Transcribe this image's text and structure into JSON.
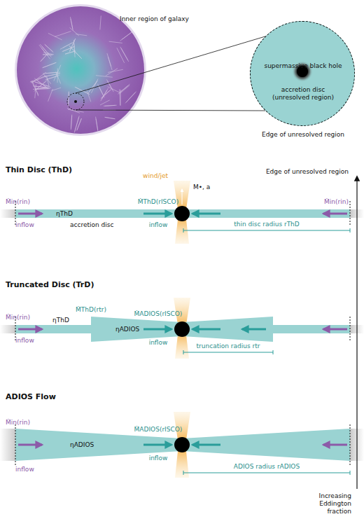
{
  "diagram": {
    "nodes": [
      {
        "text": [
          "Inner region of galaxy"
        ]
      },
      {
        "text": [
          "supermassive black hole",
          "accretion disc (unresolved region)",
          "Edge of unresolved region"
        ]
      }
    ],
    "edges": [
      {
        "from": 0,
        "to": 1,
        "arrow": "none"
      }
    ],
    "labels": [
      "Thin Disc (ThD)",
      "Edge of unresolved region",
      "wind/jet",
      "M•, a",
      "Ṁin(rin)",
      "ṀThD(rISCO)",
      "Ṁin(rin)",
      "ηThD",
      "inflow",
      "accretion disc",
      "inflow",
      "thin disc radius rThD",
      "Truncated Disc (TrD)",
      "Ṁin(rin)",
      "ṀThD(rtr)",
      "ṀADIOS(rISCO)",
      "ηThD",
      "ηADIOS",
      "inflow",
      "inflow",
      "truncation radius rtr",
      "ADIOS Flow",
      "Ṁin(rin)",
      "ṀADIOS(rISCO)",
      "ηADIOS",
      "inflow",
      "inflow",
      "ADIOS radius rADIOS",
      "Increasing Eddington fraction"
    ]
  }
}
